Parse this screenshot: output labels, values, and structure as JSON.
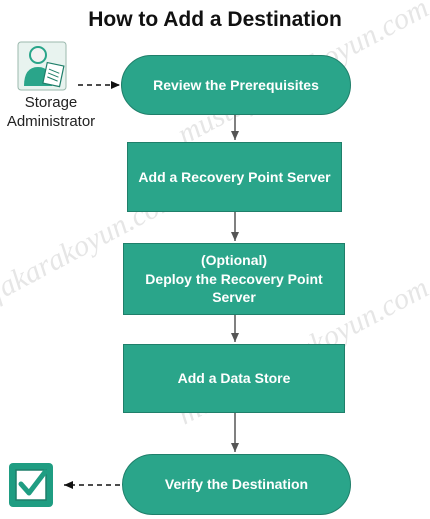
{
  "title": "How to Add a Destination",
  "actor": {
    "label": "Storage\nAdministrator",
    "icon": "storage-administrator-icon"
  },
  "steps": [
    {
      "label": "Review the Prerequisites",
      "shape": "pill"
    },
    {
      "label": "Add a Recovery Point Server",
      "shape": "rect"
    },
    {
      "label": "(Optional)\nDeploy the Recovery Point\nServer",
      "shape": "rect"
    },
    {
      "label": "Add a Data Store",
      "shape": "rect"
    },
    {
      "label": "Verify the Destination",
      "shape": "pill"
    }
  ],
  "end_icon": "checkmark-box-icon",
  "watermark_text": "mustafakarakoyun.com",
  "colors": {
    "node_fill": "#2aa58a",
    "node_border": "#1f7f6a",
    "connector": "#555555",
    "dashed_connector": "#111111"
  }
}
